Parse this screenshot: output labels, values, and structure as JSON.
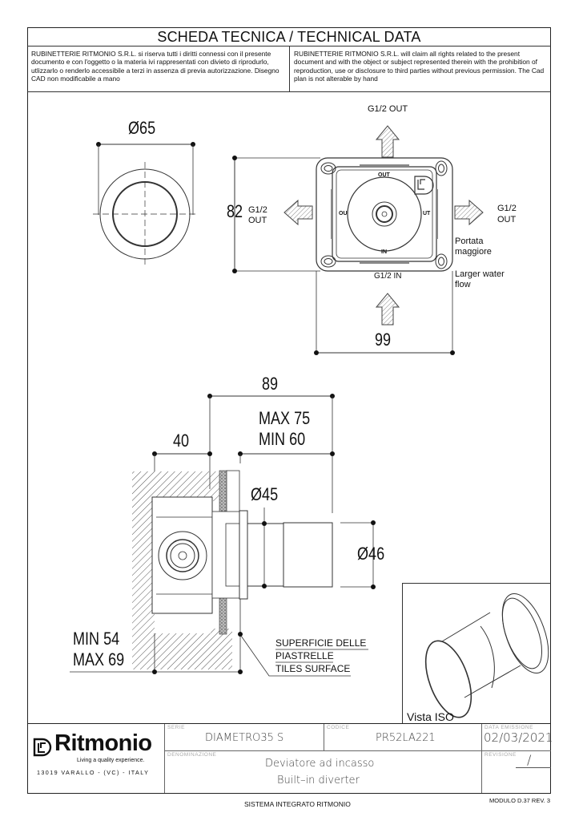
{
  "header": {
    "title": "SCHEDA TECNICA / TECHNICAL DATA",
    "disclaimer_it": "RUBINETTERIE RITMONIO S.R.L. si riserva tutti i diritti connessi con il presente documento e con l'oggetto o la materia ivi rappresentati con divieto di riprodurlo, utlizzarlo o renderlo accessibile a terzi in assenza di previa autorizzazione. Disegno CAD non modificabile a mano",
    "disclaimer_en": "RUBINETTERIE RITMONIO S.R.L. will claim all rights related to the present document and with the object or subject represented therein with the prohibition  of reproduction, use or disclosure to third parties without previous permission.  The Cad plan is not alterable by hand"
  },
  "front_view": {
    "diameter": "Ø65"
  },
  "body_view": {
    "top_outlet": "G1/2 OUT",
    "left_outlet_line1": "G1/2",
    "left_outlet_line2": "OUT",
    "right_outlet_line1": "G1/2",
    "right_outlet_line2": "OUT",
    "inlet": "G1/2 IN",
    "height": "82",
    "width": "99",
    "port_out_top": "OUT",
    "port_out_left": "OU",
    "port_out_right": "UT",
    "port_in": "IN",
    "note_it_1": "Portata",
    "note_it_2": "maggiore",
    "note_en_1": "Larger water",
    "note_en_2": "flow"
  },
  "side_view": {
    "total_depth": "89",
    "max_depth": "MAX 75",
    "min_depth": "MIN 60",
    "wall_depth": "40",
    "inner_diameter": "Ø45",
    "knob_diameter": "Ø46",
    "min_embed": "MIN 54",
    "max_embed": "MAX 69",
    "tiles_it_1": "SUPERFICIE DELLE",
    "tiles_it_2": "PIASTRELLE",
    "tiles_en": "TILES SURFACE"
  },
  "iso_view": {
    "label": "Vista ISO"
  },
  "title_block": {
    "brand": "Ritmonio",
    "tagline": "Living a quality experience.",
    "address": "13019 VARALLO - (VC) - ITALY",
    "serie_caption": "SERIE",
    "serie": "DIAMETRO35  S",
    "codice_caption": "CODICE",
    "codice": "PR52LA221",
    "data_caption": "DATA  EMISSIONE",
    "data": "02/03/2021",
    "denominazione_caption": "DENOMINAZIONE",
    "denominazione_it": "Deviatore  ad  incasso",
    "denominazione_en": "Built–in  diverter",
    "revisione_caption": "REVISIONE",
    "revisione": "/"
  },
  "footer": {
    "system": "SISTEMA INTEGRATO RITMONIO",
    "module": "MODULO D.37 REV. 3"
  }
}
